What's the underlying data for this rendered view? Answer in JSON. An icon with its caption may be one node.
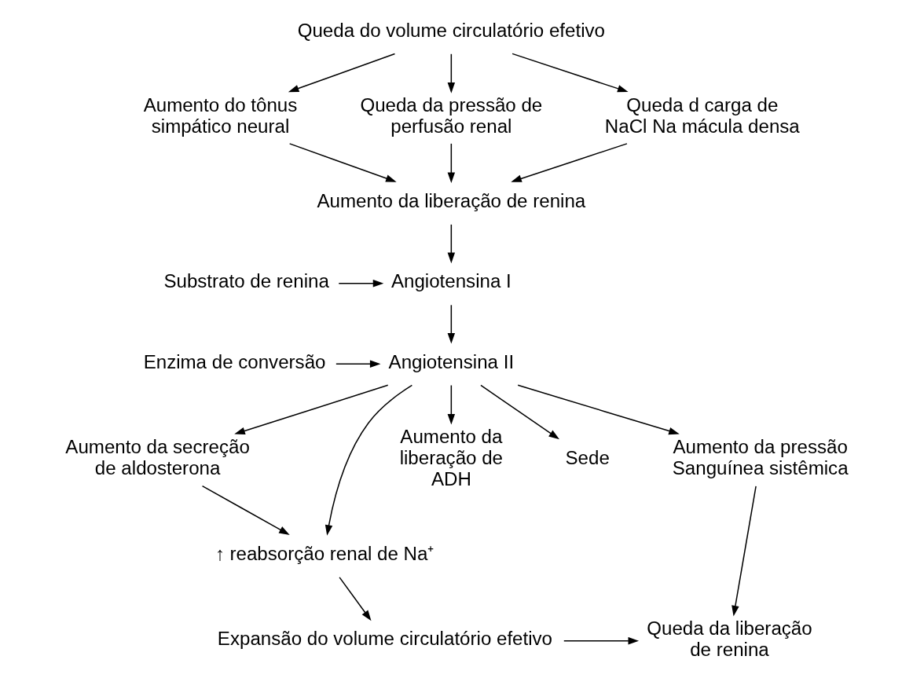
{
  "diagram": {
    "nodes": [
      {
        "text": [
          "Queda do volume circulatório efetivo"
        ]
      },
      {
        "text": [
          "Aumento do tônus simpático neural"
        ]
      },
      {
        "text": [
          "Queda da pressão de perfusão renal"
        ]
      },
      {
        "text": [
          "Queda d carga de NaCl Na mácula densa"
        ]
      },
      {
        "text": [
          "Aumento da liberação de renina"
        ]
      },
      {
        "text": [
          "Substrato de renina"
        ]
      },
      {
        "text": [
          "Angiotensina I"
        ]
      },
      {
        "text": [
          "Enzima de conversão"
        ]
      },
      {
        "text": [
          "Angiotensina II"
        ]
      },
      {
        "text": [
          "Aumento da secreção de aldosterona"
        ]
      },
      {
        "text": [
          "Aumento da pressão Sanguínea sistêmica"
        ]
      },
      {
        "text": [
          "Aumento da liberação de ADH"
        ]
      },
      {
        "text": [
          "Sede"
        ]
      },
      {
        "text": [
          "↑ reabsorção renal de Na⁺"
        ]
      },
      {
        "text": [
          "Expansão do volume circulatório efetivo"
        ]
      },
      {
        "text": [
          "Queda da liberação de renina"
        ]
      }
    ],
    "edges": [
      {
        "from": 0,
        "to": 1,
        "arrow": "to"
      },
      {
        "from": 0,
        "to": 2,
        "arrow": "to"
      },
      {
        "from": 0,
        "to": 3,
        "arrow": "to"
      },
      {
        "from": 1,
        "to": 4,
        "arrow": "to"
      },
      {
        "from": 2,
        "to": 4,
        "arrow": "to"
      },
      {
        "from": 3,
        "to": 4,
        "arrow": "to"
      },
      {
        "from": 4,
        "to": 6,
        "arrow": "to"
      },
      {
        "from": 5,
        "to": 6,
        "arrow": "to"
      },
      {
        "from": 6,
        "to": 8,
        "arrow": "to"
      },
      {
        "from": 7,
        "to": 8,
        "arrow": "to"
      },
      {
        "from": 8,
        "to": 9,
        "arrow": "to"
      },
      {
        "from": 8,
        "to": 13,
        "arrow": "to"
      },
      {
        "from": 8,
        "to": 10,
        "arrow": "to"
      },
      {
        "from": 8,
        "to": 11,
        "arrow": "to"
      },
      {
        "from": 8,
        "to": 12,
        "arrow": "to"
      },
      {
        "from": 9,
        "to": 13,
        "arrow": "to"
      },
      {
        "from": 13,
        "to": 14,
        "arrow": "to"
      },
      {
        "from": 10,
        "to": 15,
        "arrow": "to"
      },
      {
        "from": 14,
        "to": 15,
        "arrow": "to"
      }
    ]
  }
}
